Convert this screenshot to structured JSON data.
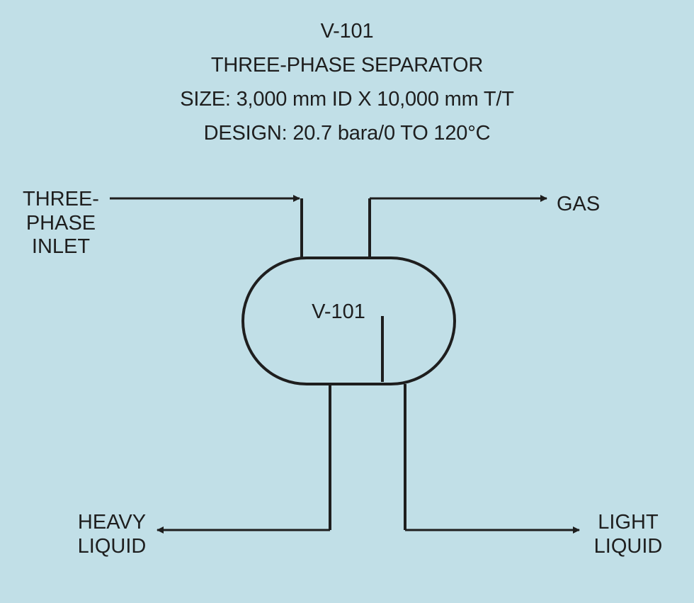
{
  "header": {
    "tag": "V-101",
    "name": "THREE-PHASE SEPARATOR",
    "size": "SIZE: 3,000 mm ID X 10,000 mm T/T",
    "design": "DESIGN: 20.7 bara/0 TO 120°C"
  },
  "vessel": {
    "label": "V-101"
  },
  "streams": {
    "inlet": {
      "lines": [
        "THREE-",
        "PHASE",
        "INLET"
      ]
    },
    "gas": {
      "lines": [
        "GAS"
      ]
    },
    "heavy_liquid": {
      "lines": [
        "HEAVY",
        "LIQUID"
      ]
    },
    "light_liquid": {
      "lines": [
        "LIGHT",
        "LIQUID"
      ]
    }
  },
  "colors": {
    "background": "#c1dfe7",
    "line": "#1e1e1e"
  }
}
